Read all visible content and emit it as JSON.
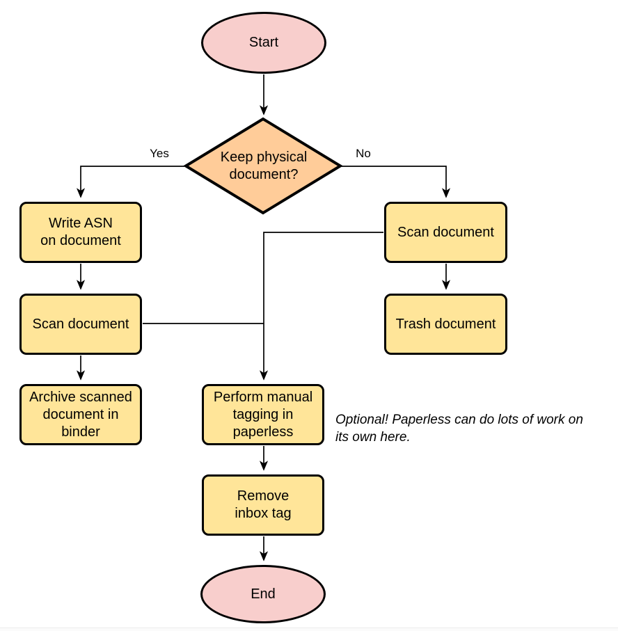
{
  "flowchart": {
    "background_color": "#FFFFFF",
    "stroke_color": "#000000",
    "colors": {
      "terminal_fill": "#F8CECC",
      "decision_fill": "#FFCC99",
      "process_fill": "#FFE599"
    },
    "nodes": {
      "start": {
        "shape": "ellipse",
        "fill": "#F8CECC",
        "label": "Start"
      },
      "keep_physical": {
        "shape": "diamond",
        "fill": "#FFCC99",
        "label": "Keep physical\ndocument?"
      },
      "write_asn": {
        "shape": "rounded-rect",
        "fill": "#FFE599",
        "label": "Write ASN\non document"
      },
      "scan_document_left": {
        "shape": "rounded-rect",
        "fill": "#FFE599",
        "label": "Scan document"
      },
      "archive_binder": {
        "shape": "rounded-rect",
        "fill": "#FFE599",
        "label": "Archive scanned\ndocument in\nbinder"
      },
      "scan_document_right": {
        "shape": "rounded-rect",
        "fill": "#FFE599",
        "label": "Scan document"
      },
      "trash_document": {
        "shape": "rounded-rect",
        "fill": "#FFE599",
        "label": "Trash document"
      },
      "manual_tagging": {
        "shape": "rounded-rect",
        "fill": "#FFE599",
        "label": "Perform manual\ntagging in\npaperless"
      },
      "remove_inbox_tag": {
        "shape": "rounded-rect",
        "fill": "#FFE599",
        "label": "Remove\ninbox tag"
      },
      "end": {
        "shape": "ellipse",
        "fill": "#F8CECC",
        "label": "End"
      }
    },
    "edge_labels": {
      "yes": "Yes",
      "no": "No"
    },
    "annotation": {
      "text": "Optional! Paperless can do lots of work on\nits own here."
    }
  }
}
